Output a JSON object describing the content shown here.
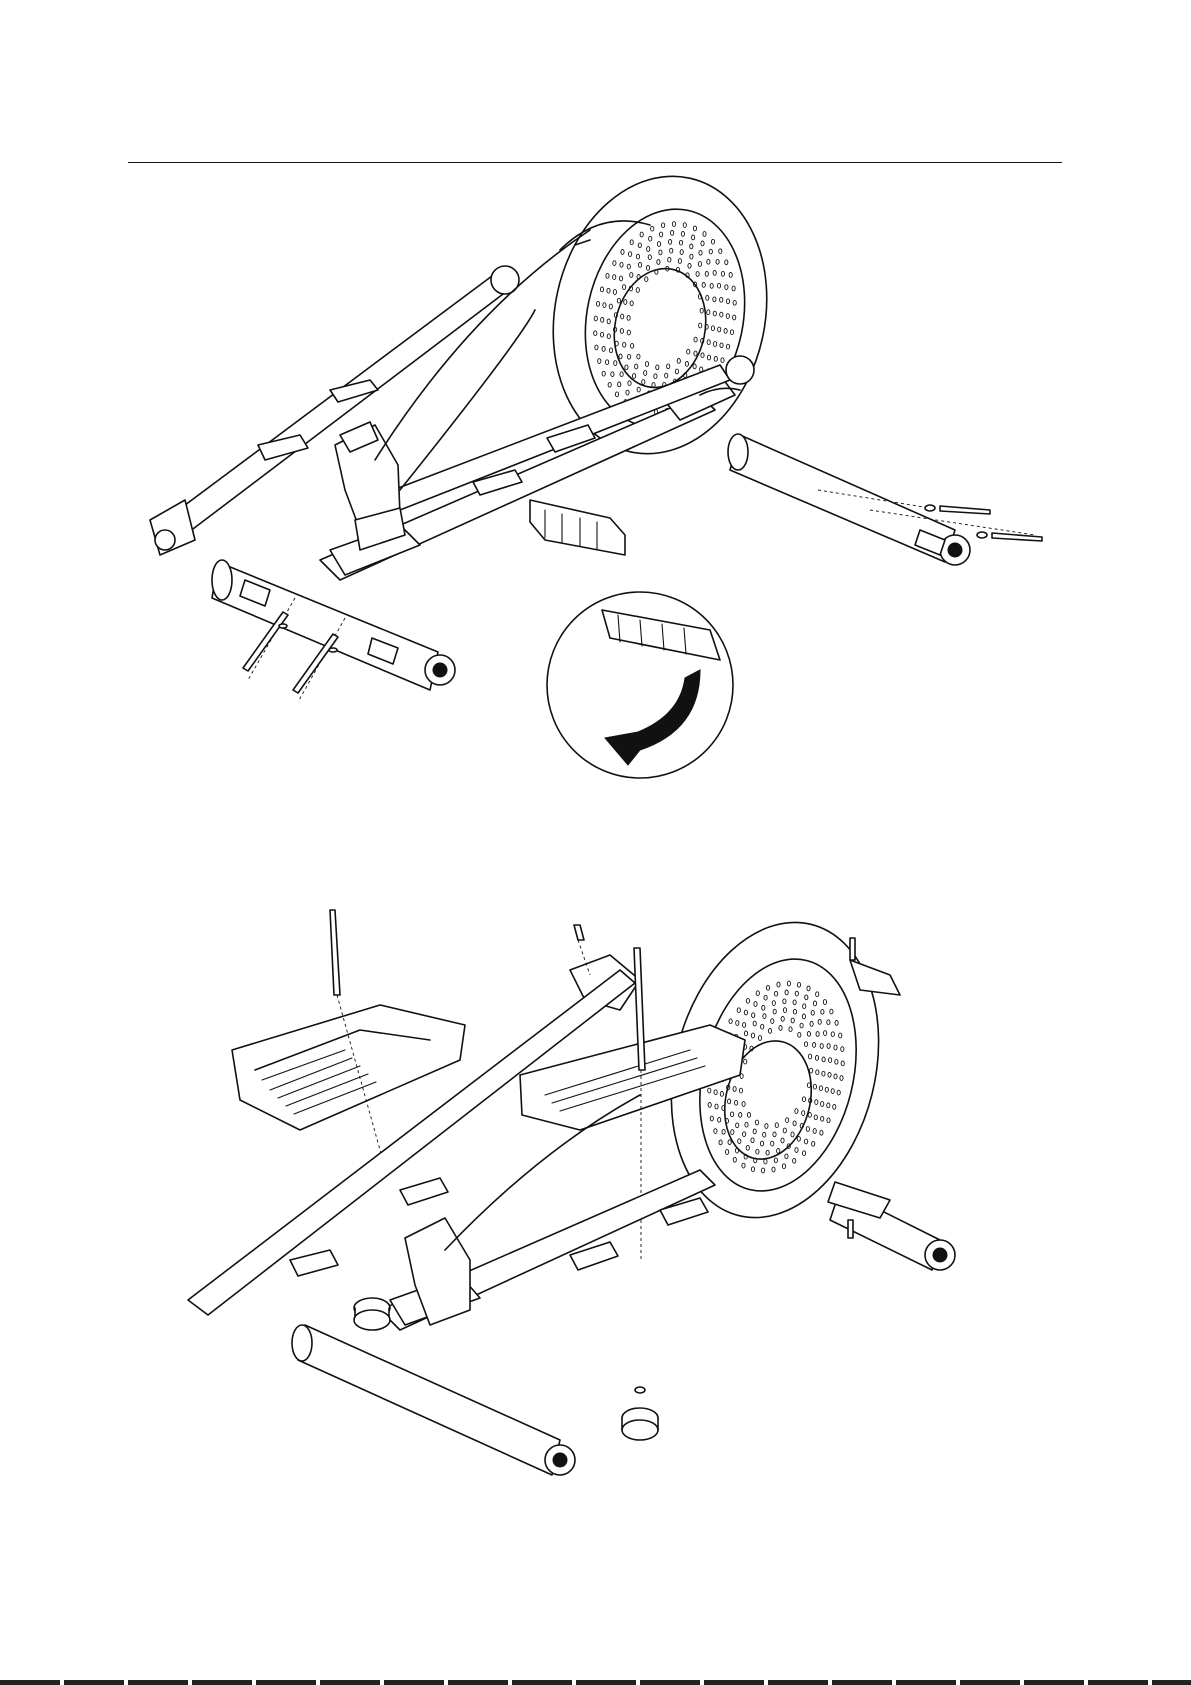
{
  "page": {
    "figures": [
      {
        "id": "step-a",
        "content": "rear-stabilizer-and-front-stabilizer-attachment"
      },
      {
        "id": "step-b",
        "content": "pedal-and-leveler-attachment"
      }
    ]
  },
  "colors": {
    "line": "#111111",
    "paper": "#ffffff"
  }
}
